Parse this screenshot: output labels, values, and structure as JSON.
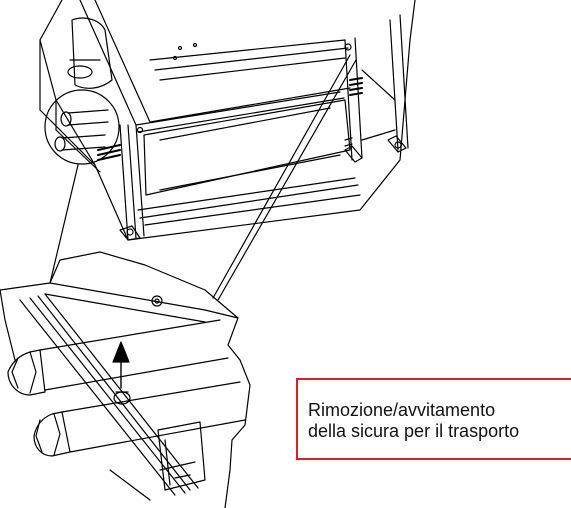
{
  "callout": {
    "line1": "Rimozione/avvitamento",
    "line2": "della sicura per il trasporto",
    "border_color": "#d9202b"
  },
  "diagram": {
    "style": "technical line drawing, black on white",
    "main_view": "appliance frame seen from below with two threaded pipe connections and a transport safety screw",
    "detail_view": "enlarged detail with arrow indicating removal/screwing of the transport safety",
    "icons": [
      "arrow-up-icon",
      "magnifier-circle-icon"
    ]
  }
}
